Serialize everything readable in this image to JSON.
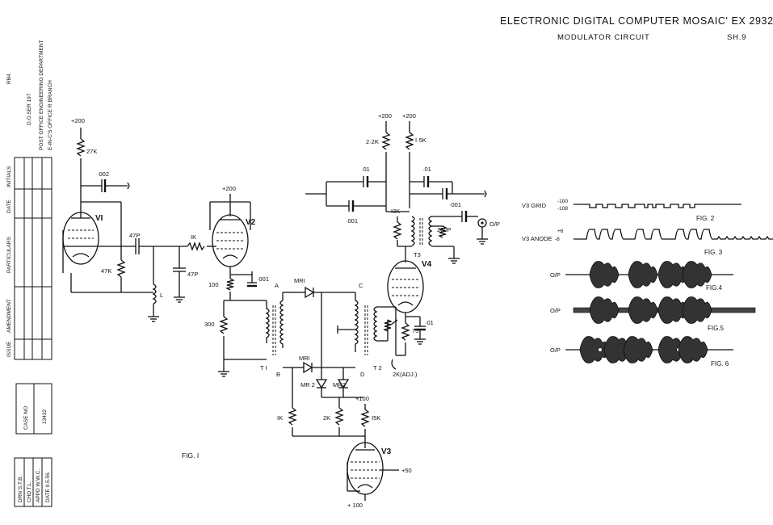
{
  "header": {
    "title": "ELECTRONIC  DIGITAL  COMPUTER  MOSAIC'  EX 29320",
    "subtitle": "MODULATOR  CIRCUIT",
    "sheet": "SH.9"
  },
  "title_block": {
    "ref": "RB4",
    "drawing_no": "D.O.SER 197",
    "department": "POST OFFICE ENGINEERING DEPARTMENT",
    "office": "E-IN-C'S OFFICE   R  BRANCH",
    "col_initials": "INITIALS",
    "col_date": "DATE",
    "col_particulars": "PARTICULARS",
    "col_amendment": "AMENDMENT",
    "col_issue": "ISSUE",
    "case_label": "CASE NO",
    "case_no": "13432",
    "drn": "DRN  S.T.B.",
    "chd": "CHD  T.L.",
    "appd": "APPD  W.W.C.",
    "date": "DATE 9.5.56."
  },
  "figures": {
    "fig1": "FIG. I",
    "fig2": "FIG. 2",
    "fig3": "FIG. 3",
    "fig4": "FIG.4",
    "fig5": "FIG.5",
    "fig6": "FIG. 6"
  },
  "waveforms": {
    "v3grid": "V3  GRID",
    "grid_hi": "-100",
    "grid_lo": "-108",
    "v3anode": "V3  ANODE",
    "anode_hi": "+6",
    "anode_lo": "-8",
    "op": "O/P"
  },
  "components": {
    "v1": "VI",
    "v2": "V2",
    "v3": "V3",
    "v4": "V4",
    "r27k": "27K",
    "c002": "·002",
    "c47p_a": "47P",
    "r47k": "47K",
    "l": "L",
    "c47p_b": "47P",
    "r1k_a": "IK",
    "r100": "100",
    "c001_a": "·001",
    "r300": "300",
    "t1": "T I",
    "t2": "T 2",
    "t3": "T3",
    "mr1_a": "MRI",
    "mr1_b": "MRI",
    "mr2_a": "MR 2",
    "mr2_b": "MR2",
    "node_a": "A",
    "node_b": "B",
    "node_c": "C",
    "node_d": "D",
    "r22k": "2·2K",
    "r15k_a": "I·5K",
    "c01_a": "·01",
    "c01_b": "·01",
    "c001_b": "·001",
    "c001_c": "·001",
    "r13k": "I3K",
    "c200p": "200P",
    "op_out": "O/P",
    "r75": "75",
    "c01_c": "·01",
    "r2k_adj": "2K(ADJ.)",
    "r1k_b": "IK",
    "r2k": "2K",
    "r15k_b": "I5K",
    "p200_a": "+200",
    "p200_b": "+200",
    "p200_c": "+200",
    "p200_d": "+200",
    "p100_a": "+100",
    "p50": "+50",
    "p100_b": "+ 100"
  }
}
